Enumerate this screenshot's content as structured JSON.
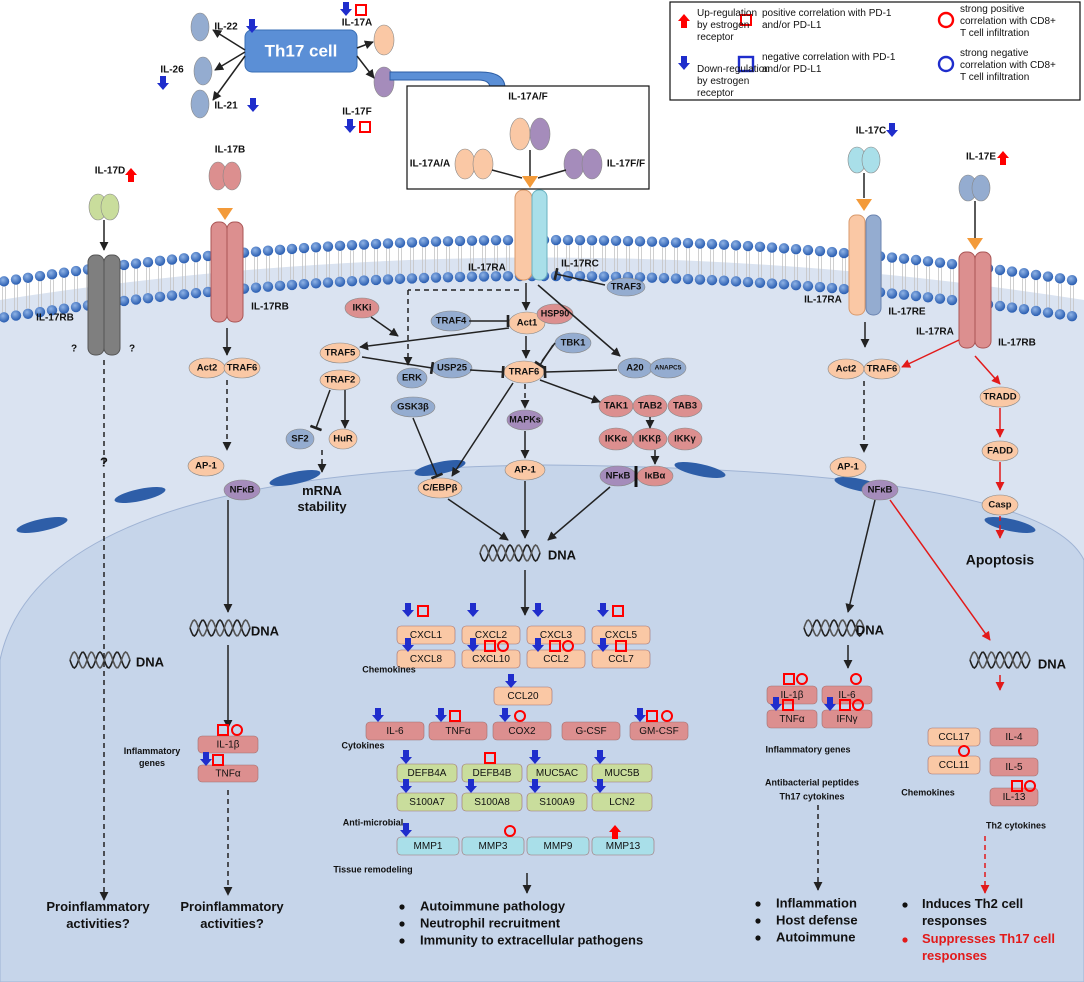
{
  "legend": {
    "up": "Up-regulation by estrogen receptor",
    "down": "Down-regulation by estrogen receptor",
    "pos": "positive correlation with PD-1 and/or PD-L1",
    "neg": "negative correlation with PD-1 and/or PD-L1",
    "spos": "strong positive correlation with CD8+ T cell infiltration",
    "sneg": "strong negative correlation with CD8+ T cell infiltration"
  },
  "th17": {
    "cell": "Th17 cell",
    "il22": "IL-22",
    "il26": "IL-26",
    "il21": "IL-21",
    "il17a": "IL-17A",
    "il17f": "IL-17F"
  },
  "box": {
    "af": "IL-17A/F",
    "aa": "IL-17A/A",
    "ff": "IL-17F/F"
  },
  "left": {
    "il17d": "IL-17D",
    "q1": "?",
    "q2": "?",
    "q3": "?",
    "il17rb_a": "IL-17RB",
    "result_d": "Proinflammatory activities?"
  },
  "b": {
    "il17b": "IL-17B",
    "il17rb": "IL-17RB",
    "act2": "Act2",
    "traf6": "TRAF6",
    "ap1": "AP-1",
    "nfkb": "NFκB",
    "dna": "DNA",
    "infl_genes": "Inflammatory genes",
    "il1b": "IL-1β",
    "tnfa": "TNFα",
    "result": "Proinflammatory activities?"
  },
  "center": {
    "il17ra": "IL-17RA",
    "il17rc": "IL-17RC",
    "traf3": "TRAF3",
    "ikki": "IKKi",
    "traf4": "TRAF4",
    "act1": "Act1",
    "hsp90": "HSP90",
    "traf5": "TRAF5",
    "traf2": "TRAF2",
    "erk": "ERK",
    "usp25": "USP25",
    "tbk1": "TBK1",
    "a20": "A20",
    "anapc5": "ANAPC5",
    "traf6": "TRAF6",
    "gsk3b": "GSK3β",
    "sf2": "SF2",
    "hur": "HuR",
    "mrna": "mRNA stability",
    "mapks": "MAPKs",
    "tak1": "TAK1",
    "tab2": "TAB2",
    "tab3": "TAB3",
    "ikka": "IKKα",
    "ikkb": "IKKβ",
    "ikkg": "IKKγ",
    "ap1": "AP-1",
    "cebpb": "C/EBPβ",
    "nfkb": "NFκB",
    "ikba": "IκBα",
    "dna": "DNA",
    "chemokines": [
      "CXCL1",
      "CXCL2",
      "CXCL3",
      "CXCL5",
      "CXCL8",
      "CXCL10",
      "CCL2",
      "CCL7",
      "CCL20"
    ],
    "chemokines_label": "Chemokines",
    "cytokines": [
      "IL-6",
      "TNFα",
      "COX2",
      "G-CSF",
      "GM-CSF"
    ],
    "cytokines_label": "Cytokines",
    "antimicrobial": [
      "DEFB4A",
      "DEFB4B",
      "MUC5AC",
      "MUC5B",
      "S100A7",
      "S100A8",
      "S100A9",
      "LCN2"
    ],
    "antimicrobial_label": "Anti-microbial",
    "tissue": [
      "MMP1",
      "MMP3",
      "MMP9",
      "MMP13"
    ],
    "tissue_label": "Tissue remodeling",
    "outcomes": [
      "Autoimmune pathology",
      "Neutrophil recruitment",
      "Immunity to extracellular pathogens"
    ]
  },
  "right1": {
    "il17c": "IL-17C",
    "il17ra": "IL-17RA",
    "il17re": "IL-17RE",
    "act2": "Act2",
    "traf6": "TRAF6",
    "ap1": "AP-1",
    "nfkb": "NFκB",
    "dna": "DNA",
    "genes": [
      "IL-1β",
      "IL-6",
      "TNFα",
      "IFNγ"
    ],
    "infl_label": "Inflammatory genes",
    "anti_label": "Antibacterial peptides",
    "th17_label": "Th17 cytokines",
    "outcomes": [
      "Inflammation",
      "Host defense",
      "Autoimmune"
    ]
  },
  "right2": {
    "il17e": "IL-17E",
    "il17ra": "IL-17RA",
    "il17rb": "IL-17RB",
    "tradd": "TRADD",
    "fadd": "FADD",
    "casp": "Casp",
    "apoptosis": "Apoptosis",
    "dna": "DNA",
    "chemokines": [
      "CCL17",
      "CCL11"
    ],
    "chemokines_label": "Chemokines",
    "th2": [
      "IL-4",
      "IL-5",
      "IL-13"
    ],
    "th2_label": "Th2 cytokines",
    "outcome1": "Induces Th2 cell responses",
    "outcome2": "Suppresses Th17 cell responses"
  },
  "colors": {
    "peach": "#fac8a5",
    "peach_stroke": "#d99a6c",
    "blue": "#94acd0",
    "purple": "#a58cbb",
    "rose": "#dc8f8f",
    "green": "#c9dd9c",
    "cyan": "#a9dfe9",
    "teal": "#7fb9c7",
    "gray": "#7f7f7f",
    "nucleus": "#c6d5ea",
    "cytoplasm": "#dae3f1",
    "up": "#ff0000",
    "down": "#1f2dcc",
    "orange": "#f39a39"
  }
}
